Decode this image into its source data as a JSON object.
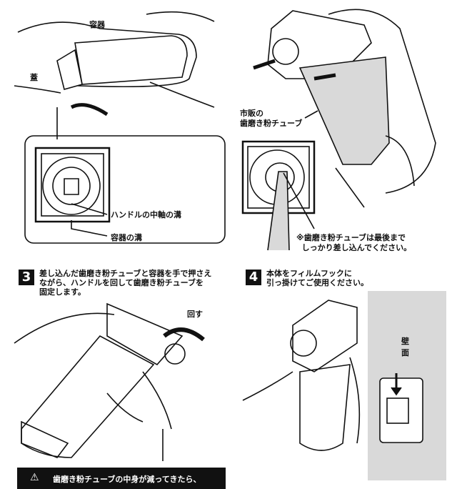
{
  "panel1": {
    "label_container": "容器",
    "label_lid": "蓋",
    "label_handle_groove": "ハンドルの中軸の溝",
    "label_container_groove": "容器の溝"
  },
  "panel2": {
    "label_tube": "市販の",
    "label_tube2": "歯磨き粉チューブ",
    "note1": "※歯磨き粉チューブは最後まで",
    "note2": "しっかり差し込んでください。"
  },
  "step3": {
    "number": "3",
    "line1": "差し込んだ歯磨き粉チューブと容器を手で押さえ",
    "line2": "ながら、ハンドルを回して歯磨き粉チューブを",
    "line3": "固定します。",
    "label_turn": "回す"
  },
  "step4": {
    "number": "4",
    "line1": "本体をフィルムフックに",
    "line2": "引っ掛けてご使用ください。",
    "wall1": "壁",
    "wall2": "面"
  },
  "warning": {
    "icon": "warning-triangle-icon",
    "text": "歯磨き粉チューブの中身が減ってきたら、"
  }
}
